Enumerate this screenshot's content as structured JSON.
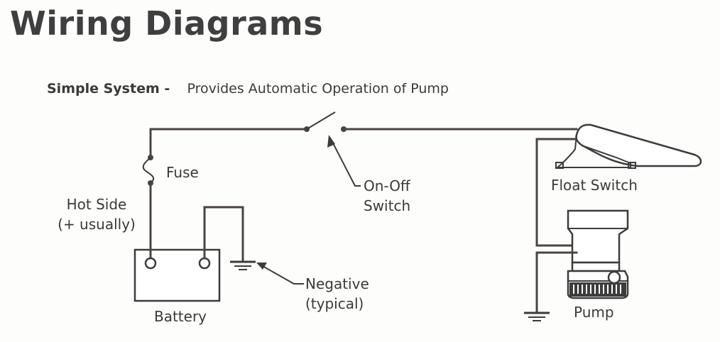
{
  "header": {
    "title": "Wiring Diagrams"
  },
  "subtitle": {
    "bold": "Simple System -",
    "text": "Provides Automatic Operation of Pump"
  },
  "labels": {
    "fuse": "Fuse",
    "hot_side_line1": "Hot Side",
    "hot_side_line2": "(+ usually)",
    "battery": "Battery",
    "negative_line1": "Negative",
    "negative_line2": "(typical)",
    "switch_line1": "On-Off",
    "switch_line2": "Switch",
    "float_switch": "Float Switch",
    "pump": "Pump"
  },
  "components": [
    {
      "name": "Battery",
      "type": "battery"
    },
    {
      "name": "Fuse",
      "type": "fuse"
    },
    {
      "name": "On-Off Switch",
      "type": "switch"
    },
    {
      "name": "Float Switch",
      "type": "float-switch"
    },
    {
      "name": "Pump",
      "type": "bilge-pump"
    },
    {
      "name": "Ground (battery)",
      "type": "ground"
    },
    {
      "name": "Ground (pump)",
      "type": "ground"
    }
  ],
  "connections": [
    [
      "Battery (+)",
      "Fuse"
    ],
    [
      "Fuse",
      "On-Off Switch"
    ],
    [
      "On-Off Switch",
      "Float Switch"
    ],
    [
      "Float Switch",
      "Pump"
    ],
    [
      "Pump",
      "Ground (pump)"
    ],
    [
      "Battery (-)",
      "Ground (battery)"
    ]
  ],
  "colors": {
    "ink": "#3d3b3b",
    "wire": "#4a4444",
    "background": "#fdfdfc"
  }
}
